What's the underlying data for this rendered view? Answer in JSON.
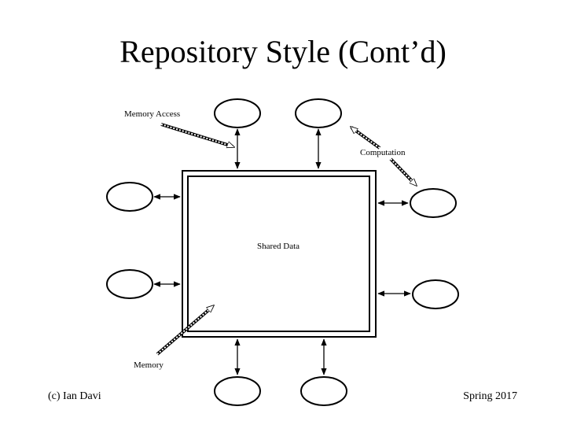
{
  "slide": {
    "title": "Repository Style (Cont’d)",
    "footer_left": "(c) Ian Davi",
    "footer_right": "Spring 2017"
  },
  "diagram": {
    "center_label": "Shared Data",
    "annotations": {
      "memory_access": "Memory Access",
      "computation": "Computation",
      "memory": "Memory"
    },
    "colors": {
      "ink": "#000000",
      "background": "#ffffff"
    }
  }
}
